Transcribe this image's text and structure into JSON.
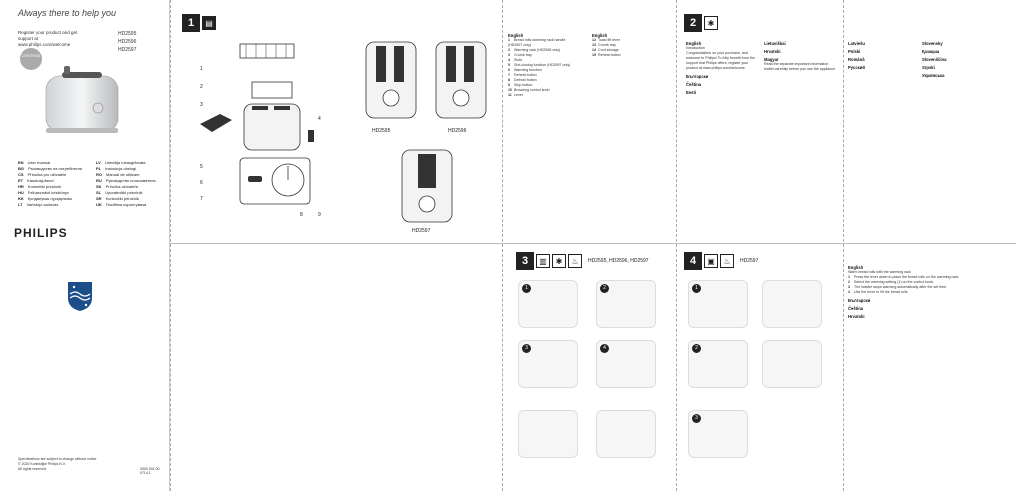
{
  "cover": {
    "title": "Always there to help you",
    "subtitle_lines": [
      "Register your product and get support at",
      "www.philips.com/welcome"
    ],
    "models": [
      "HD2595",
      "HD2596",
      "HD2597"
    ],
    "badge": "CERTIFIED",
    "languages": [
      {
        "code": "EN",
        "name": "User manual"
      },
      {
        "code": "LV",
        "name": "Lietotāja rokasgrāmata"
      },
      {
        "code": "BG",
        "name": "Ръководство на потребителя"
      },
      {
        "code": "PL",
        "name": "Instrukcja obsługi"
      },
      {
        "code": "CS",
        "name": "Příručka pro uživatele"
      },
      {
        "code": "RO",
        "name": "Manual de utilizare"
      },
      {
        "code": "ET",
        "name": "Kasutusjuhend"
      },
      {
        "code": "RU",
        "name": "Руководство пользователя"
      },
      {
        "code": "HR",
        "name": "Korisnički priručnik"
      },
      {
        "code": "SK",
        "name": "Príručka užívateľa"
      },
      {
        "code": "HU",
        "name": "Felhasználói kézikönyv"
      },
      {
        "code": "SL",
        "name": "Uporabniški priročnik"
      },
      {
        "code": "KK",
        "name": "Қолданушы нұсқаулығы"
      },
      {
        "code": "SR",
        "name": "Korisnički priručnik"
      },
      {
        "code": "LT",
        "name": "Vartotojo vadovas"
      },
      {
        "code": "UK",
        "name": "Посібник користувача"
      }
    ],
    "brand": "PHILIPS",
    "footer_lines": [
      "Specifications are subject to change without notice",
      "© 2020 Koninklijke Philips N.V.",
      "All rights reserved."
    ],
    "footer_code": "3000 001 00 0714.1"
  },
  "panel1": {
    "number": "1",
    "callouts": [
      "1",
      "2",
      "3",
      "4",
      "5",
      "6",
      "7",
      "8",
      "9"
    ],
    "model_labels": [
      "HD2595",
      "HD2596",
      "HD2597"
    ],
    "english": {
      "heading": "English",
      "items": [
        "Bread rolls warming rack handle (HD2597 only)",
        "Warming rack (HD2596 only)",
        "Crumb tray",
        "Slots",
        "Slot-closing function (HD2597 only)",
        "Warming function",
        "Reheat button",
        "Defrost button",
        "Stop button",
        "Browning control knob",
        "Lever"
      ]
    },
    "english_2": {
      "heading": "English",
      "items": [
        "Toast lift lever",
        "Crumb tray",
        "Cord storage",
        "Reheat button"
      ]
    }
  },
  "panel2": {
    "number": "2",
    "headings": [
      "English",
      "Lietuviškai",
      "Български",
      "Latviešu",
      "Čeština",
      "Polski",
      "Eesti",
      "Română",
      "Hrvatski",
      "Русский",
      "Magyar",
      "Slovensky",
      "Қазақша",
      "Slovenščina",
      "Srpski",
      "Українська"
    ],
    "intro_title": "Introduction",
    "intro_text": "Congratulations on your purchase, and welcome to Philips! To fully benefit from the support that Philips offers, register your product at www.philips.com/welcome.",
    "safety_title": "Read the separate important information leaflet carefully before you use the appliance"
  },
  "panel3": {
    "number": "3",
    "label": "HD2595, HD2596, HD2597",
    "steps": [
      "1",
      "2",
      "3",
      "4"
    ]
  },
  "panel4": {
    "number": "4",
    "label": "HD2597",
    "steps": [
      "1",
      "2",
      "3"
    ],
    "english_heading": "English",
    "english_title": "Warm bread rolls with the warming rack",
    "english_items": [
      "Press the lever down to place the bread rolls on the warming rack.",
      "Select the warming setting (1) on the control knob.",
      "The toaster stops warming automatically after the set time.",
      "Use the lever to lift the bread rolls."
    ],
    "bulgarian_heading": "Български",
    "czech_heading": "Čeština",
    "croatian_heading": "Hrvatski"
  },
  "colors": {
    "ink": "#222222",
    "muted": "#888888",
    "panel_bg": "#f6f6f6"
  }
}
